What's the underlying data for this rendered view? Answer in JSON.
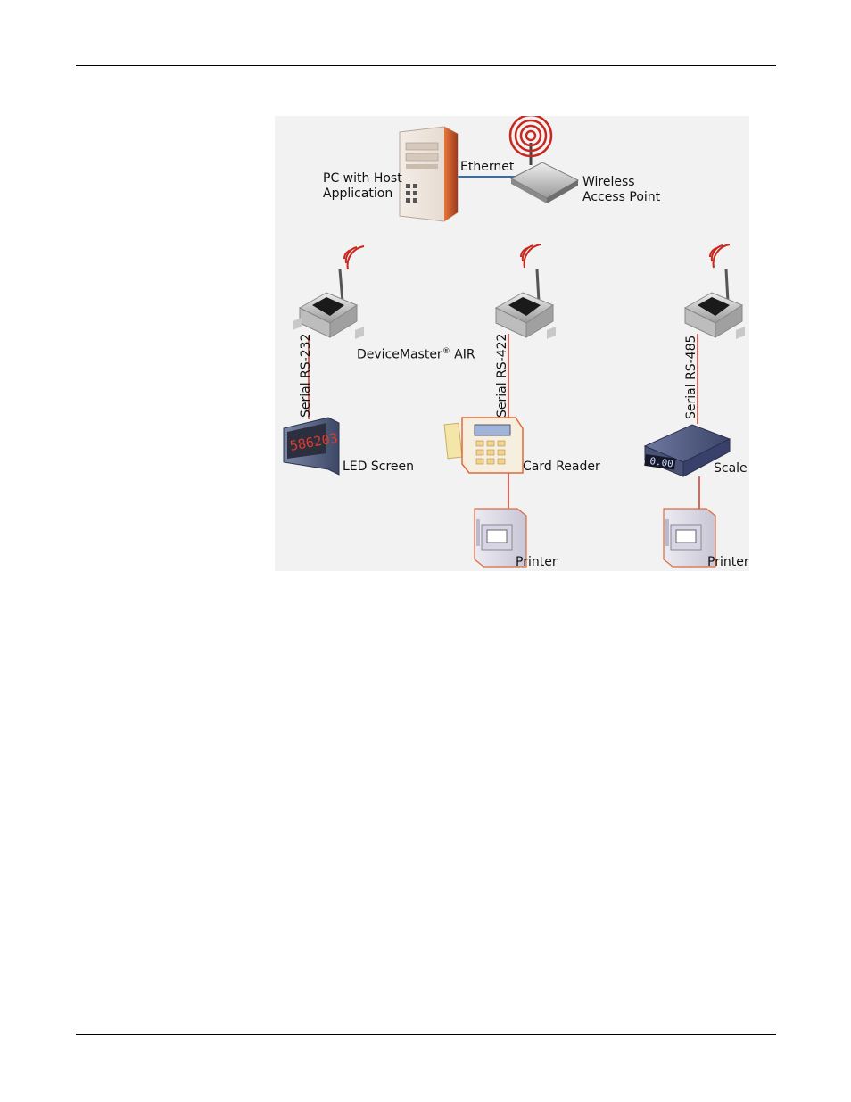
{
  "labels": {
    "pc_line1": "PC with Host",
    "pc_line2": "Application",
    "ethernet": "Ethernet",
    "wap_line1": "Wireless",
    "wap_line2": "Access Point",
    "devicemaster": "DeviceMaster",
    "devicemaster_reg": "®",
    "devicemaster_suffix": " AIR",
    "serial_232": "Serial RS-232",
    "serial_422": "Serial RS-422",
    "serial_485": "Serial RS-485",
    "led_screen": "LED Screen",
    "card_reader": "Card Reader",
    "scale": "Scale",
    "printer_1": "Printer",
    "printer_2": "Printer"
  },
  "device_text": {
    "led_digits": "586203",
    "scale_display": "0.00"
  },
  "colors": {
    "serial_cable": "#d8342a",
    "ethernet_cable": "#2f6fb6",
    "signal_waves": "#c8281e",
    "figure_bg": "#f2f2f2"
  }
}
